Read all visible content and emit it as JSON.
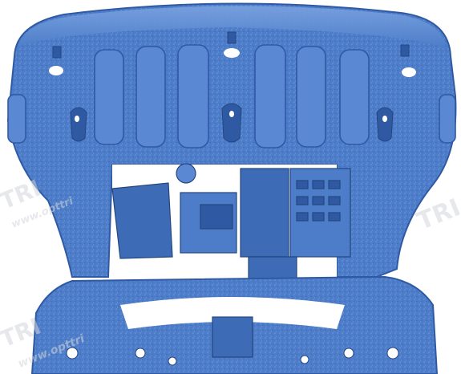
{
  "image": {
    "subject": "3D scan render of a vehicle underbody engine splash shield / skid plate",
    "watermark_text": "www.opttri",
    "watermark_logo": "TRI",
    "colors": {
      "background": "#ffffff",
      "scan_main": "#4d7dc9",
      "scan_light": "#6e98dc",
      "scan_dark": "#2f5aa3",
      "scan_shadow": "#23467f",
      "watermark": "#d4d7dc"
    }
  }
}
